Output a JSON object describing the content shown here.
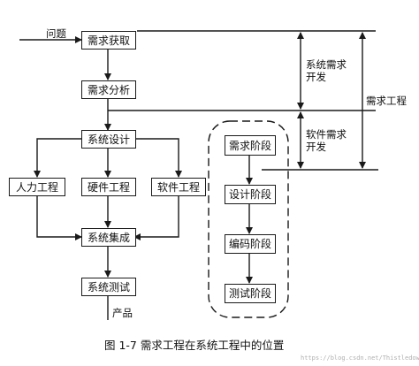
{
  "boxes": {
    "req_acquire": "需求获取",
    "req_analysis": "需求分析",
    "sys_design": "系统设计",
    "human_eng": "人力工程",
    "hw_eng": "硬件工程",
    "sw_eng": "软件工程",
    "sys_integration": "系统集成",
    "sys_test": "系统测试",
    "req_phase": "需求阶段",
    "design_phase": "设计阶段",
    "coding_phase": "编码阶段",
    "test_phase": "测试阶段"
  },
  "labels": {
    "problem": "问题",
    "product": "产品",
    "sys_req_dev": [
      "系统需求",
      "开发"
    ],
    "sw_req_dev": [
      "软件需求",
      "开发"
    ],
    "req_engineering": "需求工程"
  },
  "caption": "图 1-7   需求工程在系统工程中的位置",
  "watermark": "https://blog.csdn.net/Thistledown"
}
